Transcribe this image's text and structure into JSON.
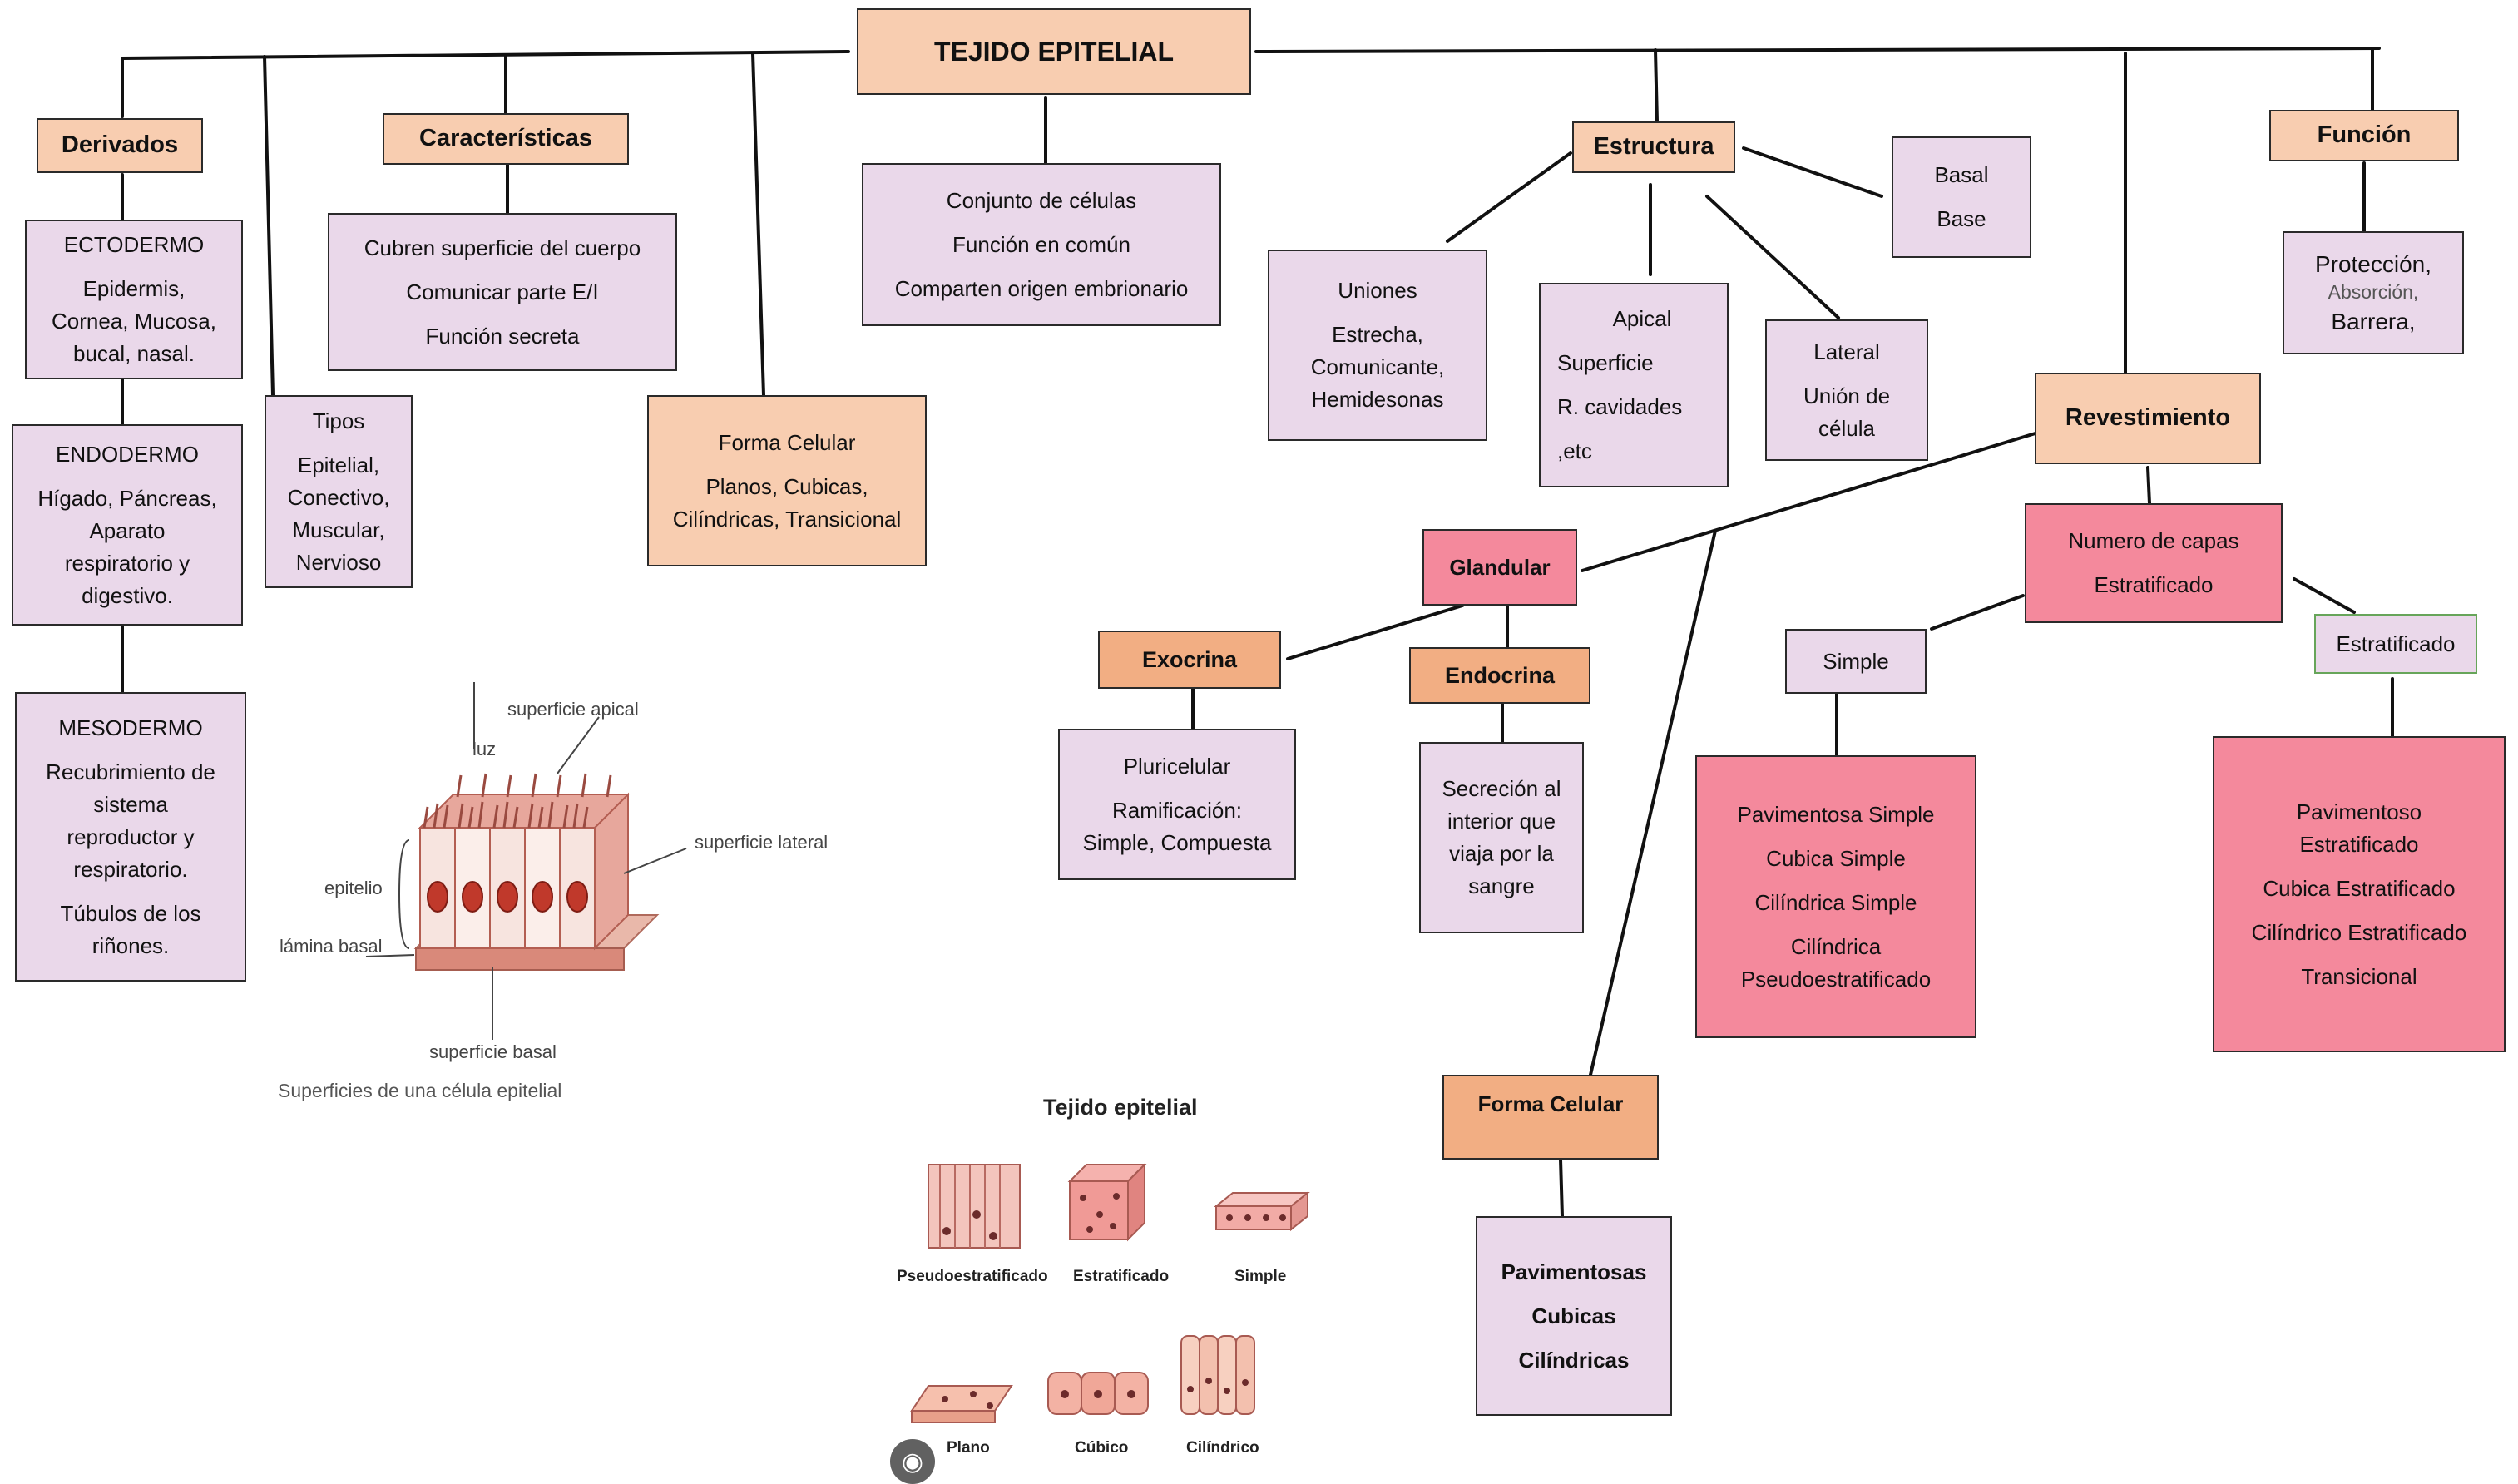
{
  "title": "TEJIDO EPITELIAL",
  "derivados": {
    "header": "Derivados",
    "ectodermo": {
      "name": "ECTODERMO",
      "lines": [
        "Epidermis,",
        "Cornea, Mucosa,",
        "bucal, nasal."
      ]
    },
    "endodermo": {
      "name": "ENDODERMO",
      "lines": [
        "Hígado, Páncreas,",
        "Aparato",
        "respiratorio y",
        "digestivo."
      ]
    },
    "mesodermo": {
      "name": "MESODERMO",
      "lines": [
        "Recubrimiento de",
        "sistema",
        "reproductor y",
        "respiratorio."
      ],
      "extra": [
        "Túbulos de los",
        "riñones."
      ]
    }
  },
  "tipos": {
    "header": "Tipos",
    "lines": [
      "Epitelial,",
      "Conectivo,",
      "Muscular,",
      "Nervioso"
    ]
  },
  "caracteristicas": {
    "header": "Características",
    "items": [
      "Cubren superficie del cuerpo",
      "Comunicar parte E/I",
      "Función secreta"
    ]
  },
  "forma_celular_1": {
    "header": "Forma Celular",
    "lines": [
      "Planos, Cubicas,",
      "Cilíndricas, Transicional"
    ]
  },
  "definicion": {
    "items": [
      "Conjunto de células",
      "Función en común",
      "Comparten origen embrionario"
    ]
  },
  "estructura": {
    "header": "Estructura",
    "uniones": {
      "name": "Uniones",
      "lines": [
        "Estrecha,",
        "Comunicante,",
        "Hemidesonas"
      ]
    },
    "apical": {
      "items": [
        "Apical",
        "Superficie",
        "R. cavidades",
        ",etc"
      ]
    },
    "lateral": {
      "name": "Lateral",
      "lines": [
        "Unión de",
        "célula"
      ]
    },
    "basal": {
      "items": [
        "Basal",
        "Base"
      ]
    }
  },
  "funcion": {
    "header": "Función",
    "line1": "Protección,",
    "line2": "Absorción,",
    "line3": "Barrera,"
  },
  "revestimiento": {
    "header": "Revestimiento",
    "capas": {
      "items": [
        "Numero de capas",
        "Estratificado"
      ]
    },
    "simple": {
      "name": "Simple",
      "items": [
        "Pavimentosa Simple",
        "Cubica Simple",
        "Cilíndrica Simple",
        "Cilíndrica Pseudoestratificado"
      ]
    },
    "estratificado": {
      "name": "Estratificado",
      "items": [
        "Pavimentoso Estratificado",
        "Cubica Estratificado",
        "Cilíndrico Estratificado",
        "Transicional"
      ]
    }
  },
  "glandular": {
    "header": "Glandular",
    "exocrina": {
      "name": "Exocrina",
      "line1": "Pluricelular",
      "line2": "Ramificación:",
      "line3": "Simple, Compuesta"
    },
    "endocrina": {
      "name": "Endocrina",
      "lines": [
        "Secreción al",
        "interior que",
        "viaja por la",
        "sangre"
      ]
    }
  },
  "forma_celular_2": {
    "header": "Forma Celular",
    "items": [
      "Pavimentosas",
      "Cubicas",
      "Cilíndricas"
    ]
  },
  "illustration_cell": {
    "labels": {
      "apical": "superficie apical",
      "luz": "luz",
      "lateral": "superficie lateral",
      "epitelio": "epitelio",
      "lamina": "lámina basal",
      "basal": "superficie basal"
    },
    "caption": "Superficies de una célula epitelial"
  },
  "illustration_types": {
    "title": "Tejido epitelial",
    "labels": [
      "Pseudoestratificado",
      "Estratificado",
      "Simple",
      "Plano",
      "Cúbico",
      "Cilíndrico"
    ]
  },
  "colors": {
    "lilac": "#ead8ea",
    "peach": "#f8cdb0",
    "orange": "#f2ae83",
    "pink": "#f4899c",
    "green_border": "#67a55a"
  }
}
